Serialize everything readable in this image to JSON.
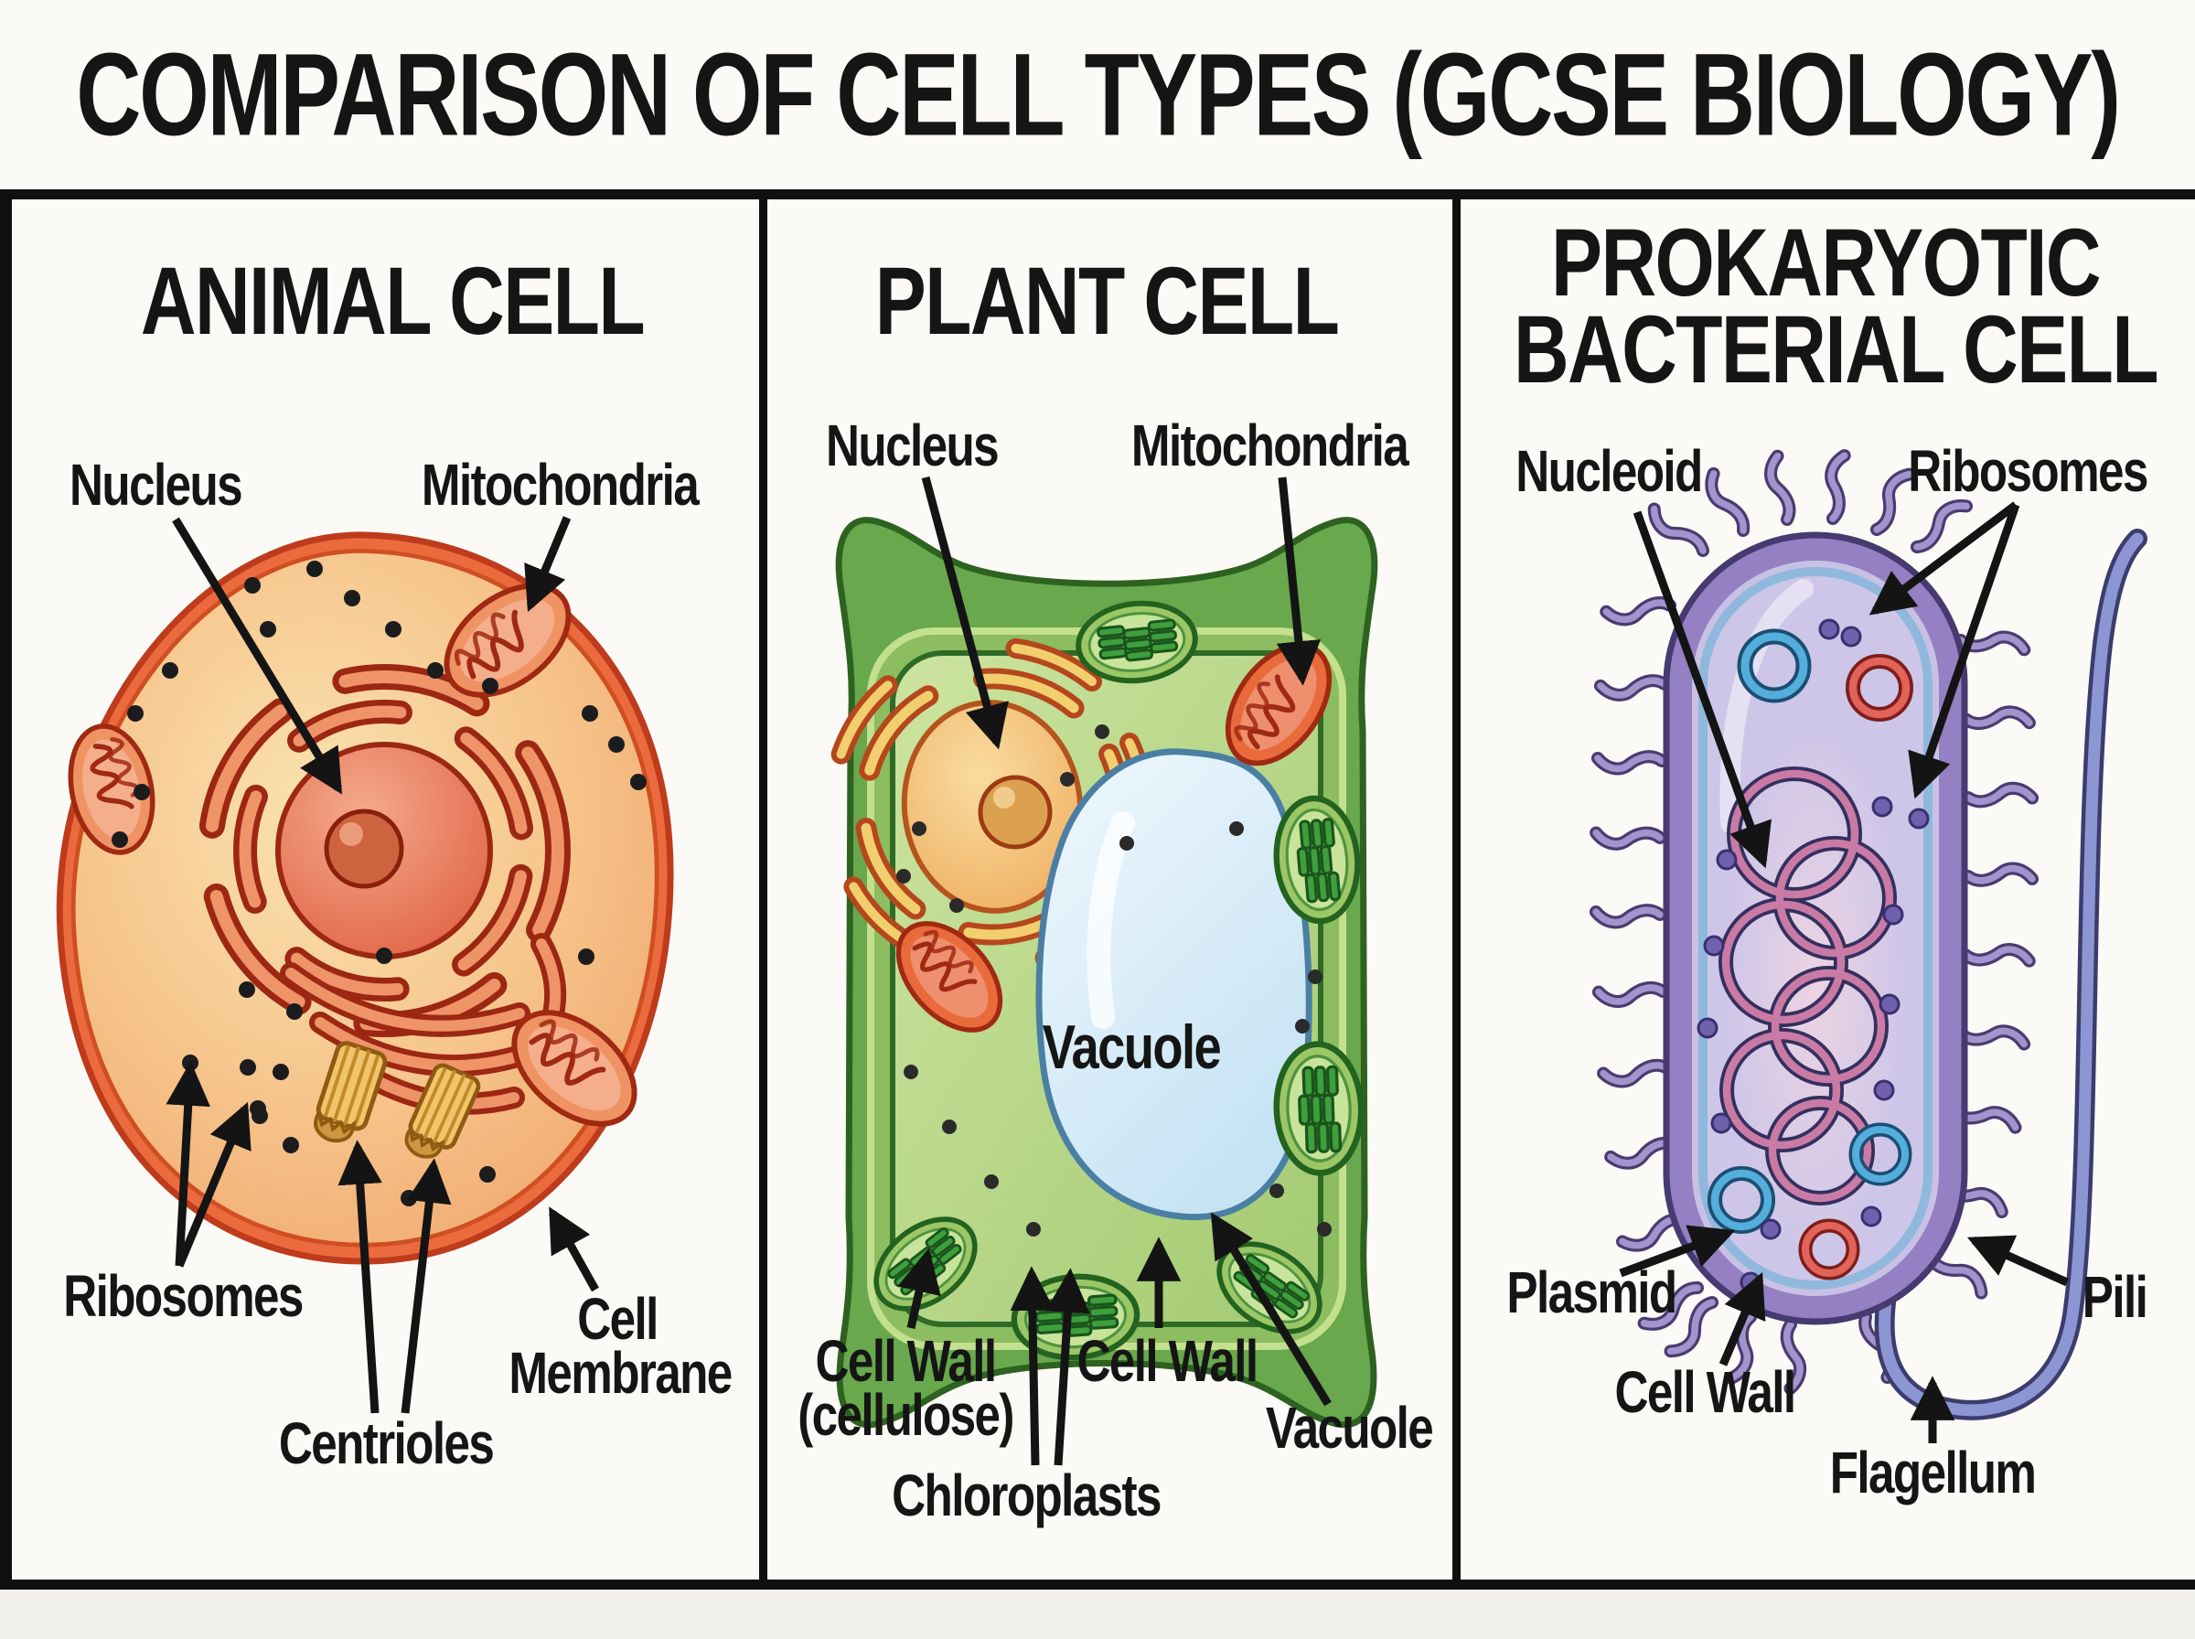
{
  "page_title": "COMPARISON OF CELL TYPES (GCSE BIOLOGY)",
  "panels": {
    "animal": {
      "title": "ANIMAL CELL",
      "labels": {
        "nucleus": "Nucleus",
        "mitochondria": "Mitochondria",
        "ribosomes": "Ribosomes",
        "centrioles": "Centrioles",
        "cell_membrane_line1": "Cell",
        "cell_membrane_line2": "Membrane"
      }
    },
    "plant": {
      "title": "PLANT CELL",
      "labels": {
        "nucleus": "Nucleus",
        "mitochondria": "Mitochondria",
        "vacuole_inner": "Vacuole",
        "cell_wall_cellulose_line1": "Cell Wall",
        "cell_wall_cellulose_line2": "(cellulose)",
        "cell_wall_right": "Cell Wall",
        "vacuole_bottom": "Vacuole",
        "chloroplasts": "Chloroplasts"
      }
    },
    "bacterial": {
      "title_line1": "PROKARYOTIC",
      "title_line2": "BACTERIAL CELL",
      "labels": {
        "nucleoid": "Nucleoid",
        "ribosomes": "Ribosomes",
        "plasmid": "Plasmid",
        "cell_wall": "Cell Wall",
        "pili": "Pili",
        "flagellum": "Flagellum"
      }
    }
  },
  "colors": {
    "background": "#FBFAF6",
    "divider": "#101010",
    "text": "#151515",
    "arrow": "#141414",
    "animal_membrane": "#EC6B3E",
    "animal_cytoplasm": "#F6C68C",
    "animal_organelle_outline": "#A02912",
    "animal_nucleus": "#E4704E",
    "animal_centriole": "#F2C46A",
    "plant_wall": "#69A84D",
    "plant_cytoplasm": "#B8D888",
    "plant_vacuole": "#D7EAF7",
    "plant_vacuole_outline": "#4A7FA3",
    "plant_er": "#F2CF6E",
    "plant_nucleus": "#F0B467",
    "chloroplast": "#9CC766",
    "thylakoid": "#3E9F3C",
    "bacterial_wall": "#9480C2",
    "bacterial_wall_outline": "#473A70",
    "bacterial_cytoplasm": "#CDC6E9",
    "bacterial_inner_membrane": "#8FB8DC",
    "nucleoid_dna": "#C97BA6",
    "plasmid_blue": "#54AEDC",
    "plasmid_red": "#E2635A",
    "bacterial_ribosome": "#6F61AC",
    "flagellum": "#8B96D2"
  }
}
